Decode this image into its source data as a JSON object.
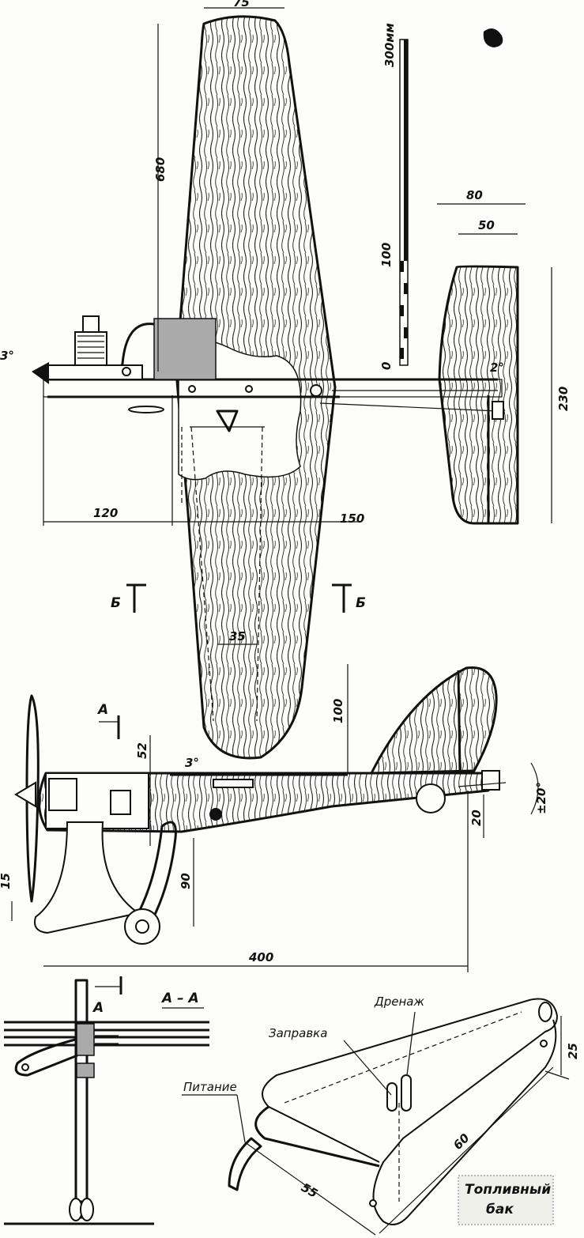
{
  "dimensions": {
    "wing_root_chord": "75",
    "wing_span_half": "680",
    "nose_length": "120",
    "tail_moment": "150",
    "stab_chord_root": "80",
    "stab_chord_tip": "50",
    "stab_span": "230",
    "pushrod_spacing": "35",
    "fin_height": "100",
    "wing_mount_height": "52",
    "gear_height": "90",
    "prop_offset": "15",
    "fuselage_length": "400",
    "tail_wheel_height": "20",
    "tank_height": "25",
    "tank_length": "60",
    "tank_width": "55"
  },
  "angles": {
    "engine_downthrust": "3°",
    "elevator_incidence": "2°",
    "wing_incidence": "3°",
    "elevator_travel": "±20°"
  },
  "scale_bar": {
    "label_top": "300мм",
    "label_mid": "100",
    "label_zero": "0"
  },
  "sections": {
    "b_left": "Б",
    "b_right": "Б",
    "a_marker": "А",
    "a_marker_bottom": "А",
    "a_a_title": "А – А"
  },
  "tank": {
    "drain": "Дренаж",
    "filler": "Заправка",
    "feed": "Питание",
    "title_line1": "Топливный",
    "title_line2": "бак"
  },
  "colors": {
    "ink": "#111111",
    "paper": "#fdfdfb"
  }
}
